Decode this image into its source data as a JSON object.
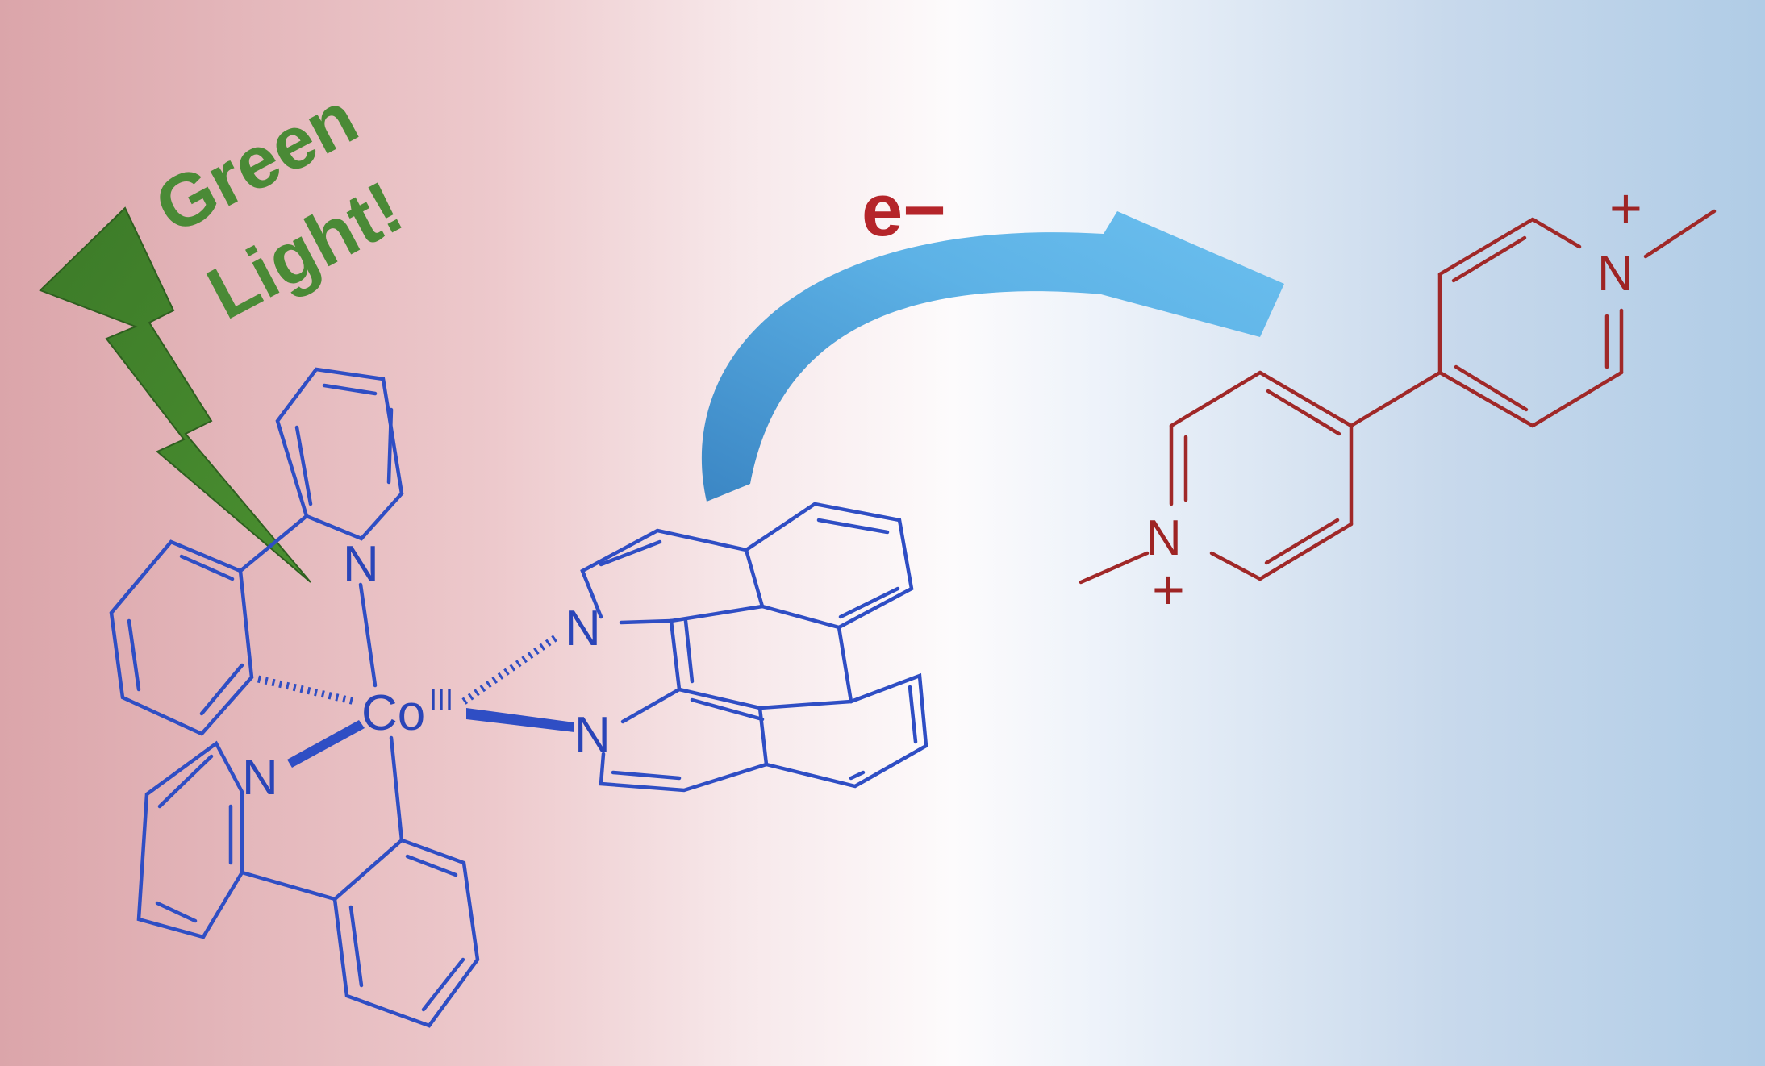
{
  "light_label": {
    "line1": "Green",
    "line2": "Light!"
  },
  "electron_label": "e−",
  "cobalt_complex": {
    "metal": "Co",
    "oxidation_state": "III",
    "nitrogen_label": "N"
  },
  "viologen": {
    "nitrogen_label": "N",
    "charge": "+"
  },
  "colors": {
    "complex": "#2f4ec4",
    "viologen": "#a02828",
    "lightning": "#3f7a2a",
    "arrow": "#4aa3dc",
    "electron": "#b5252a"
  }
}
